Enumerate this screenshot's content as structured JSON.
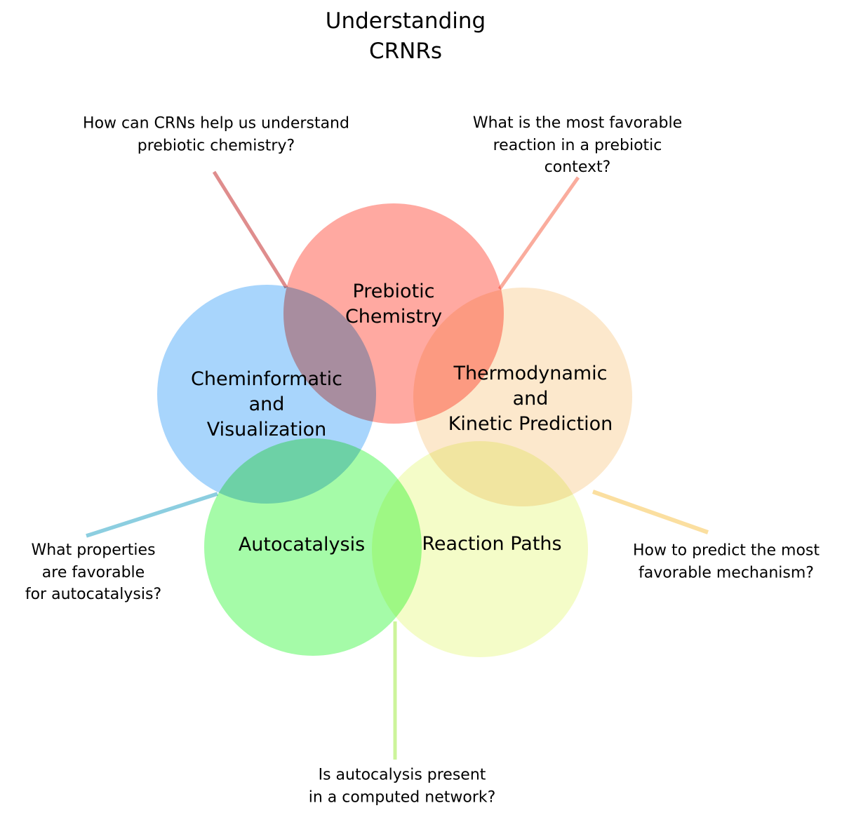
{
  "title": {
    "lines": [
      "Understanding",
      "CRNRs"
    ]
  },
  "circles": {
    "prebiotic": {
      "label_lines": [
        "Prebiotic",
        "Chemistry"
      ],
      "color": "#FFA9A1"
    },
    "cheminformatic": {
      "label_lines": [
        "Cheminformatic",
        "and",
        "Visualization"
      ],
      "color": "#A8D5FC"
    },
    "thermodynamic": {
      "label_lines": [
        "Thermodynamic",
        "and",
        "Kinetic Prediction"
      ],
      "color": "#FCE8CC"
    },
    "autocatalysis": {
      "label_lines": [
        "Autocatalysis"
      ],
      "color": "#A5FBA8"
    },
    "reaction_paths": {
      "label_lines": [
        "Reaction Paths"
      ],
      "color": "#F4FCC8"
    }
  },
  "annotations": {
    "prebiotic_left": {
      "lines": [
        "How can CRNs help us understand",
        "prebiotic chemistry?"
      ],
      "line_color": "#DF8D8D"
    },
    "prebiotic_right": {
      "lines": [
        "What is the most favorable",
        "reaction in a prebiotic",
        "context?"
      ],
      "line_color": "#FAAC9D"
    },
    "autocatalysis_question": {
      "lines": [
        "What properties",
        "are favorable",
        "for autocatalysis?"
      ],
      "line_color": "#8CCEE0"
    },
    "mechanism_question": {
      "lines": [
        "How to predict the most",
        "favorable mechanism?"
      ],
      "line_color": "#FBDFA0"
    },
    "network_question": {
      "lines": [
        "Is autocalysis present",
        "in a computed network?"
      ],
      "line_color": "#CCF49B"
    }
  },
  "style": {
    "text_color": "#000000",
    "background": "#FFFFFF"
  }
}
